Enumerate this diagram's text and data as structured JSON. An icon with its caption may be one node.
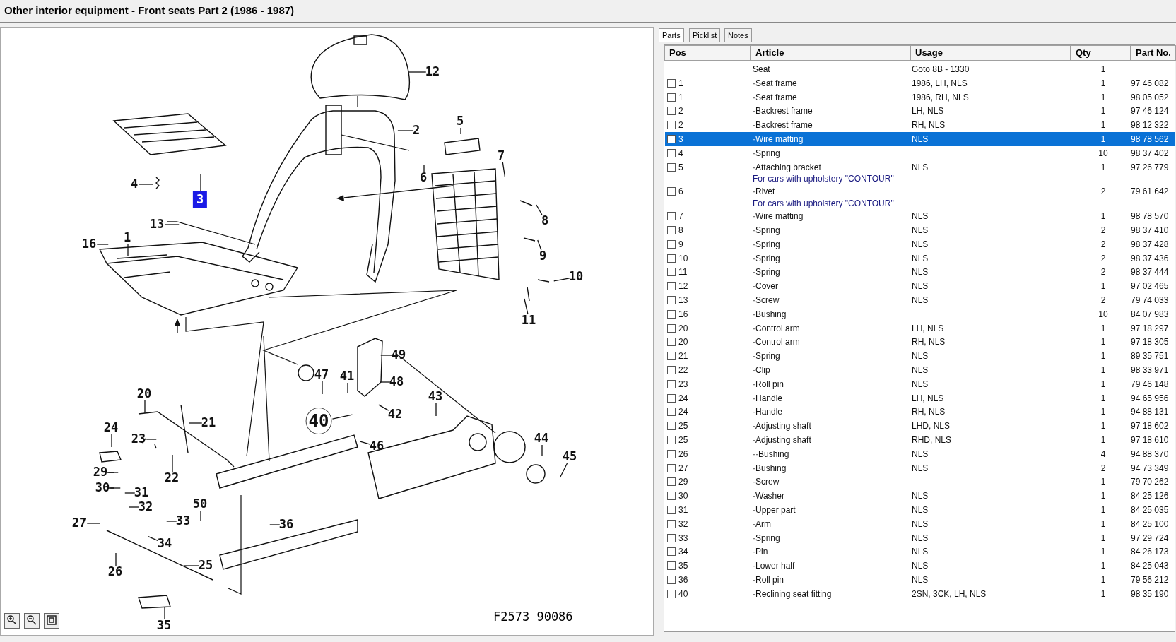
{
  "diagram": {
    "title": "Other interior equipment - Front seats Part 2   (1986 - 1987)",
    "nodes": [
      {
        "text": [
          "12"
        ]
      },
      {
        "text": [
          "2"
        ]
      },
      {
        "text": [
          "5"
        ]
      },
      {
        "text": [
          "7"
        ]
      },
      {
        "text": [
          "4"
        ]
      },
      {
        "text": [
          "6"
        ]
      },
      {
        "text": [
          "3"
        ]
      },
      {
        "text": [
          "8"
        ]
      },
      {
        "text": [
          "13"
        ]
      },
      {
        "text": [
          "1"
        ]
      },
      {
        "text": [
          "16"
        ]
      },
      {
        "text": [
          "9"
        ]
      },
      {
        "text": [
          "10"
        ]
      },
      {
        "text": [
          "11"
        ]
      },
      {
        "text": [
          "49"
        ]
      },
      {
        "text": [
          "47"
        ]
      },
      {
        "text": [
          "41"
        ]
      },
      {
        "text": [
          "48"
        ]
      },
      {
        "text": [
          "20"
        ]
      },
      {
        "text": [
          "43"
        ]
      },
      {
        "text": [
          "42"
        ]
      },
      {
        "text": [
          "40"
        ]
      },
      {
        "text": [
          "21"
        ]
      },
      {
        "text": [
          "24"
        ]
      },
      {
        "text": [
          "46"
        ]
      },
      {
        "text": [
          "23"
        ]
      },
      {
        "text": [
          "44"
        ]
      },
      {
        "text": [
          "45"
        ]
      },
      {
        "text": [
          "29"
        ]
      },
      {
        "text": [
          "22"
        ]
      },
      {
        "text": [
          "30"
        ]
      },
      {
        "text": [
          "31"
        ]
      },
      {
        "text": [
          "32"
        ]
      },
      {
        "text": [
          "50"
        ]
      },
      {
        "text": [
          "33"
        ]
      },
      {
        "text": [
          "27"
        ]
      },
      {
        "text": [
          "36"
        ]
      },
      {
        "text": [
          "34"
        ]
      },
      {
        "text": [
          "25"
        ]
      },
      {
        "text": [
          "26"
        ]
      },
      {
        "text": [
          "35"
        ]
      }
    ],
    "edges": [
      {
        "from": 0,
        "to": null,
        "arrow": "none"
      },
      {
        "from": 1,
        "to": null,
        "arrow": "none"
      },
      {
        "from": 2,
        "to": null,
        "arrow": "none"
      },
      {
        "from": 3,
        "to": null,
        "arrow": "none"
      },
      {
        "from": 4,
        "to": null,
        "arrow": "none"
      },
      {
        "from": 5,
        "to": null,
        "arrow": "none"
      },
      {
        "from": 6,
        "to": null,
        "arrow": "none"
      },
      {
        "from": 7,
        "to": null,
        "arrow": "none"
      },
      {
        "from": 8,
        "to": null,
        "arrow": "none"
      },
      {
        "from": 9,
        "to": null,
        "arrow": "none"
      },
      {
        "from": 10,
        "to": null,
        "arrow": "none"
      },
      {
        "from": 11,
        "to": null,
        "arrow": "none"
      },
      {
        "from": 12,
        "to": null,
        "arrow": "none"
      },
      {
        "from": 13,
        "to": null,
        "arrow": "none"
      },
      {
        "from": 14,
        "to": null,
        "arrow": "none"
      },
      {
        "from": 15,
        "to": null,
        "arrow": "none"
      },
      {
        "from": 16,
        "to": null,
        "arrow": "none"
      },
      {
        "from": 17,
        "to": null,
        "arrow": "none"
      },
      {
        "from": 18,
        "to": null,
        "arrow": "none"
      },
      {
        "from": 19,
        "to": null,
        "arrow": "none"
      },
      {
        "from": 20,
        "to": null,
        "arrow": "none"
      },
      {
        "from": 21,
        "to": null,
        "arrow": "none"
      },
      {
        "from": 22,
        "to": null,
        "arrow": "none"
      },
      {
        "from": 23,
        "to": null,
        "arrow": "none"
      },
      {
        "from": 24,
        "to": null,
        "arrow": "none"
      },
      {
        "from": 25,
        "to": null,
        "arrow": "none"
      },
      {
        "from": 26,
        "to": null,
        "arrow": "none"
      },
      {
        "from": 27,
        "to": null,
        "arrow": "none"
      },
      {
        "from": 28,
        "to": null,
        "arrow": "none"
      },
      {
        "from": 29,
        "to": null,
        "arrow": "none"
      },
      {
        "from": 30,
        "to": null,
        "arrow": "none"
      },
      {
        "from": 31,
        "to": null,
        "arrow": "none"
      },
      {
        "from": 32,
        "to": null,
        "arrow": "none"
      },
      {
        "from": 33,
        "to": null,
        "arrow": "none"
      },
      {
        "from": 34,
        "to": null,
        "arrow": "none"
      },
      {
        "from": 35,
        "to": null,
        "arrow": "none"
      },
      {
        "from": 36,
        "to": null,
        "arrow": "none"
      },
      {
        "from": 37,
        "to": null,
        "arrow": "none"
      },
      {
        "from": 38,
        "to": null,
        "arrow": "none"
      },
      {
        "from": 39,
        "to": null,
        "arrow": "none"
      },
      {
        "from": 40,
        "to": null,
        "arrow": "none"
      }
    ],
    "labels": [
      "F2573 90086",
      "Parts",
      "Picklist",
      "Notes",
      "Pos",
      "Article",
      "Usage",
      "Qty",
      "Part No.",
      "Seat",
      "Goto 8B - 1330",
      "1",
      "1",
      "·Seat frame",
      "1986, LH, NLS",
      "1",
      "97 46 082",
      "1",
      "·Seat frame",
      "1986, RH, NLS",
      "1",
      "98 05 052",
      "2",
      "·Backrest frame",
      "LH, NLS",
      "1",
      "97 46 124",
      "2",
      "·Backrest frame",
      "RH, NLS",
      "1",
      "98 12 322",
      "3",
      "·Wire matting",
      "NLS",
      "1",
      "98 78 562",
      "4",
      "·Spring",
      "10",
      "98 37 402",
      "5",
      "·Attaching bracket",
      "NLS",
      "1",
      "97 26 779",
      "For cars with upholstery \"CONTOUR\"",
      "6",
      "·Rivet",
      "2",
      "79 61 642",
      "For cars with upholstery \"CONTOUR\"",
      "7",
      "·Wire matting",
      "NLS",
      "1",
      "98 78 570",
      "8",
      "·Spring",
      "NLS",
      "2",
      "98 37 410",
      "9",
      "·Spring",
      "NLS",
      "2",
      "98 37 428",
      "10",
      "·Spring",
      "NLS",
      "2",
      "98 37 436",
      "11",
      "·Spring",
      "NLS",
      "2",
      "98 37 444",
      "12",
      "·Cover",
      "NLS",
      "1",
      "97 02 465",
      "13",
      "·Screw",
      "NLS",
      "2",
      "79 74 033",
      "16",
      "·Bushing",
      "10",
      "84 07 983",
      "20",
      "·Control arm",
      "LH, NLS",
      "1",
      "97 18 297",
      "20",
      "·Control arm",
      "RH, NLS",
      "1",
      "97 18 305",
      "21",
      "·Spring",
      "NLS",
      "1",
      "89 35 751",
      "22",
      "·Clip",
      "NLS",
      "1",
      "98 33 971",
      "23",
      "·Roll pin",
      "NLS",
      "1",
      "79 46 148",
      "24",
      "·Handle",
      "LH, NLS",
      "1",
      "94 65 956",
      "24",
      "·Handle",
      "RH, NLS",
      "1",
      "94 88 131",
      "25",
      "·Adjusting shaft",
      "LHD, NLS",
      "1",
      "97 18 602",
      "25",
      "·Adjusting shaft",
      "RHD, NLS",
      "1",
      "97 18 610",
      "26",
      "··Bushing",
      "NLS",
      "4",
      "94 88 370",
      "27",
      "·Bushing",
      "NLS",
      "2",
      "94 73 349",
      "29",
      "·Screw",
      "1",
      "79 70 262",
      "30",
      "·Washer",
      "NLS",
      "1",
      "84 25 126",
      "31",
      "·Upper part",
      "NLS",
      "1",
      "84 25 035",
      "32",
      "·Arm",
      "NLS",
      "1",
      "84 25 100",
      "33",
      "·Spring",
      "NLS",
      "1",
      "97 29 724",
      "34",
      "·Pin",
      "NLS",
      "1",
      "84 26 173",
      "35",
      "·Lower half",
      "NLS",
      "1",
      "84 25 043",
      "36",
      "·Roll pin",
      "NLS",
      "1",
      "79 56 212",
      "40",
      "·Reclining seat fitting",
      "2SN, 3CK, LH, NLS",
      "1",
      "98 35 190"
    ]
  }
}
